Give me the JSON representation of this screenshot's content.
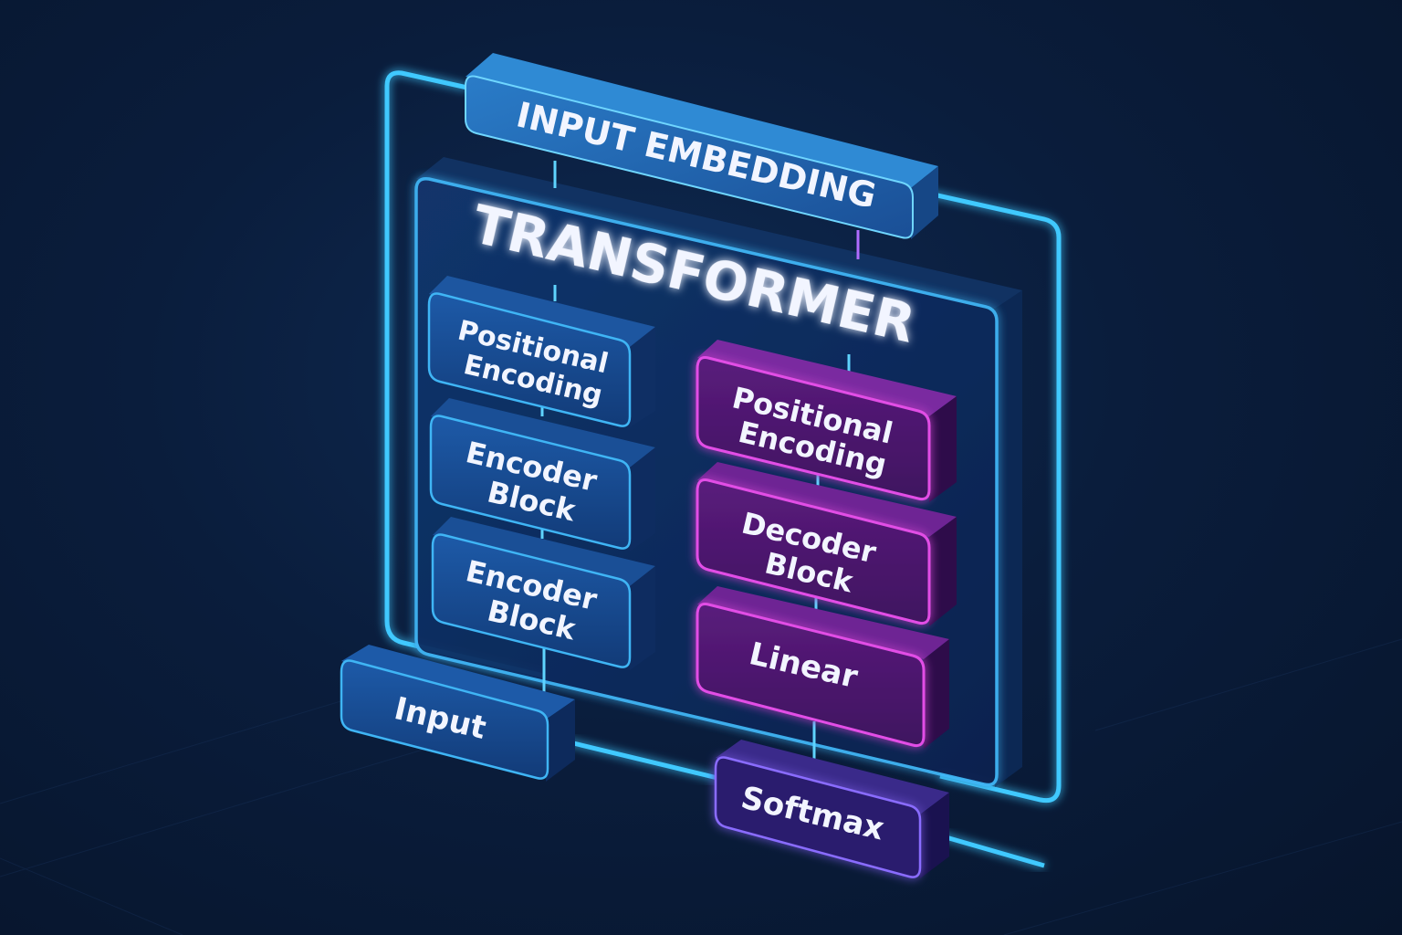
{
  "top": {
    "embedding_label": "INPUT EMBEDDING",
    "title": "TRANSFORMER"
  },
  "encoder": {
    "positional": [
      "Positional",
      "Encoding"
    ],
    "block1": [
      "Encoder",
      "Block"
    ],
    "block2": [
      "Encoder",
      "Block"
    ]
  },
  "decoder": {
    "positional": [
      "Positional",
      "Encoding"
    ],
    "block": [
      "Decoder",
      "Block"
    ],
    "linear": "Linear"
  },
  "io": {
    "input": "Input",
    "softmax": "Softmax"
  },
  "colors": {
    "background": "#0a1d3c",
    "glow_cyan": "#3fc9ff",
    "encoder_blue": "#1a4f9a",
    "decoder_magenta": "#d23fd6",
    "decoder_fill": "#4a1766",
    "softmax_fill": "#2b1f6e"
  }
}
